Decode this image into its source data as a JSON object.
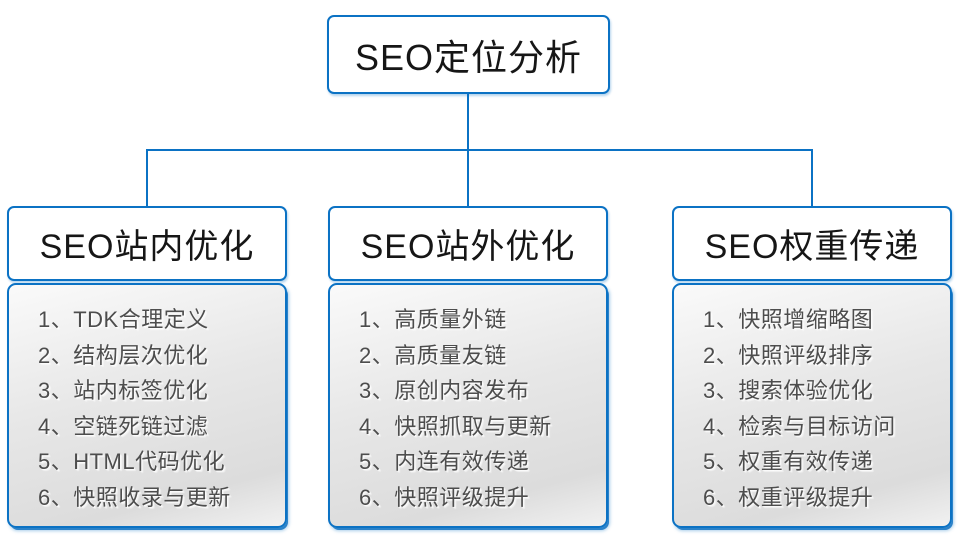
{
  "diagram": {
    "root": {
      "label": "SEO定位分析"
    },
    "columns": [
      {
        "title": "SEO站内优化",
        "items": [
          "1、TDK合理定义",
          "2、结构层次优化",
          "3、站内标签优化",
          "4、空链死链过滤",
          "5、HTML代码优化",
          "6、快照收录与更新"
        ]
      },
      {
        "title": "SEO站外优化",
        "items": [
          "1、高质量外链",
          "2、高质量友链",
          "3、原创内容发布",
          "4、快照抓取与更新",
          "5、内连有效传递",
          "6、快照评级提升"
        ]
      },
      {
        "title": "SEO权重传递",
        "items": [
          "1、快照增缩略图",
          "2、快照评级排序",
          "3、搜索体验优化",
          "4、检索与目标访问",
          "5、权重有效传递",
          "6、权重评级提升"
        ]
      }
    ],
    "colors": {
      "line_and_border": "#0b72c4",
      "header_text": "#161616",
      "list_text": "#4d4d4d",
      "panel_gradient_top": "#fafafa",
      "panel_gradient_bottom": "#dcdcdc"
    }
  }
}
